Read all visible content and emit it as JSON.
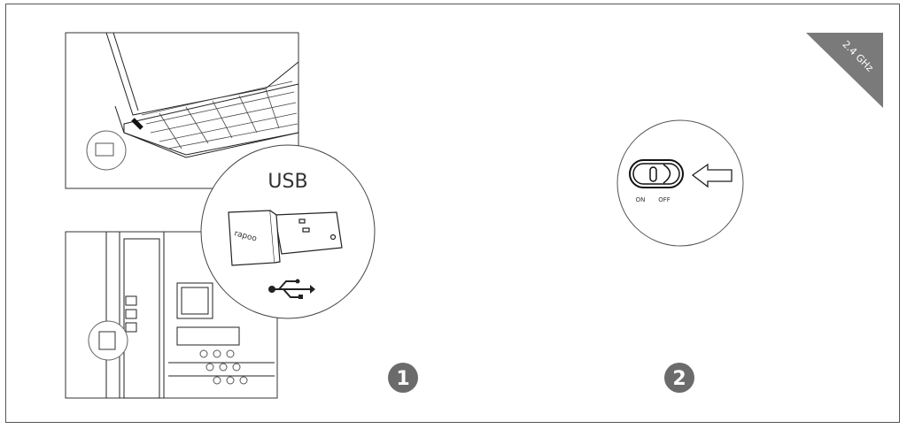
{
  "badge": {
    "label": "2.4 GHz",
    "color": "#7a7a7a"
  },
  "usb_callout": {
    "label": "USB",
    "brand": "rapoo",
    "icon": "usb-icon"
  },
  "switch_callout": {
    "on_label": "ON",
    "off_label": "OFF",
    "icon": "arrow-left-icon"
  },
  "steps": [
    {
      "number": "1"
    },
    {
      "number": "2"
    }
  ],
  "colors": {
    "line": "#222222",
    "step_circle": "#6b6b6b"
  }
}
